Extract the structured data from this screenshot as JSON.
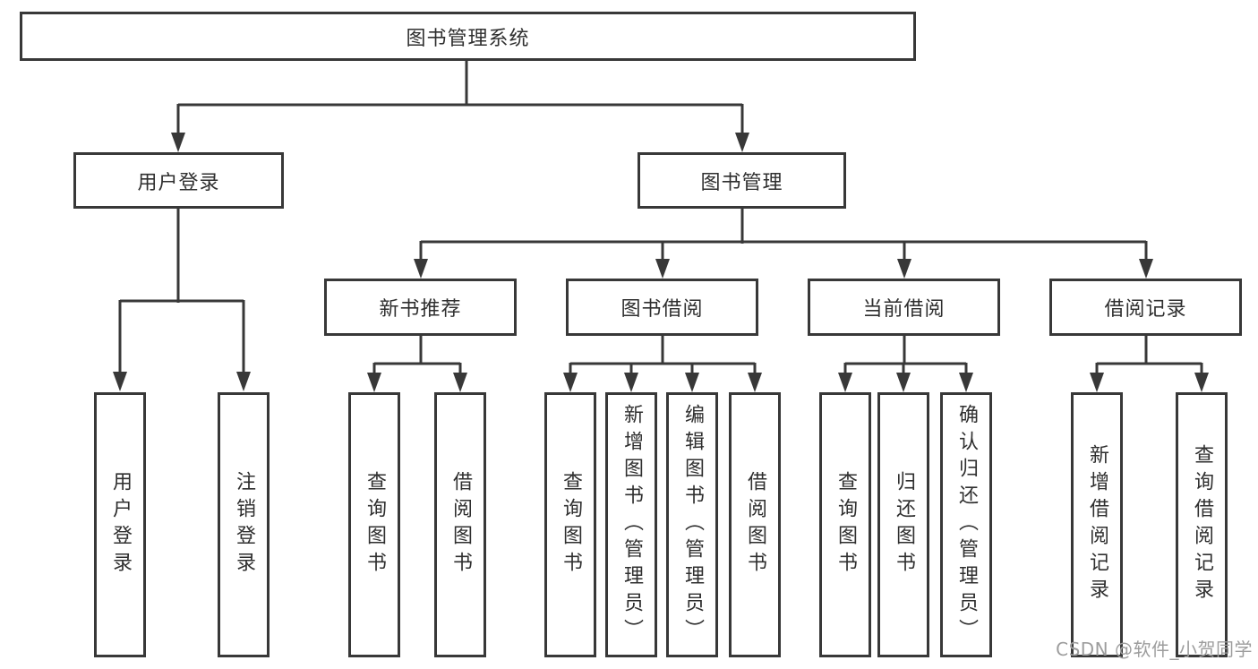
{
  "nodes": {
    "root": "图书管理系统",
    "level2": [
      "用户登录",
      "图书管理"
    ],
    "level3": [
      "新书推荐",
      "图书借阅",
      "当前借阅",
      "借阅记录"
    ],
    "leaves": [
      "用户登录",
      "注销登录",
      "查询图书",
      "借阅图书",
      "查询图书",
      "新增图书（管理员）",
      "编辑图书（管理员）",
      "借阅图书",
      "查询图书",
      "归还图书",
      "确认归还（管理员）",
      "新增借阅记录",
      "查询借阅记录"
    ]
  },
  "watermark": "CSDN @软件_小贺同学",
  "colors": {
    "line": "#383838",
    "box_border": "#383838",
    "box_fill": "#ffffff",
    "text": "#2f2f2f",
    "watermark": "#9d9d9d",
    "background": "#ffffff"
  }
}
